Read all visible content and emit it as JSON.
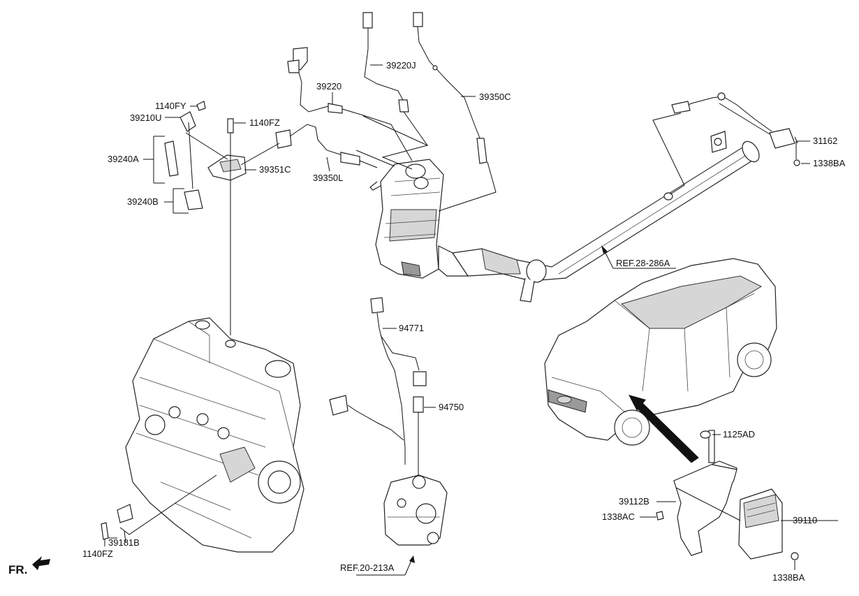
{
  "labels": {
    "p39220J": "39220J",
    "p39350C": "39350C",
    "p39220": "39220",
    "p1140FY": "1140FY",
    "p39210U": "39210U",
    "p1140FZ_top": "1140FZ",
    "p39240A": "39240A",
    "p39351C": "39351C",
    "p39350L": "39350L",
    "p39240B": "39240B",
    "p31162": "31162",
    "p1338BA_top": "1338BA",
    "ref28": "REF.28-286A",
    "p94771": "94771",
    "p94750": "94750",
    "p1125AD": "1125AD",
    "p39112B": "39112B",
    "p1338AC": "1338AC",
    "p39110": "39110",
    "p1338BA_bottom": "1338BA",
    "p39181B": "39181B",
    "p1140FZ_bottom": "1140FZ",
    "ref20": "REF.20-213A",
    "fr": "FR."
  }
}
